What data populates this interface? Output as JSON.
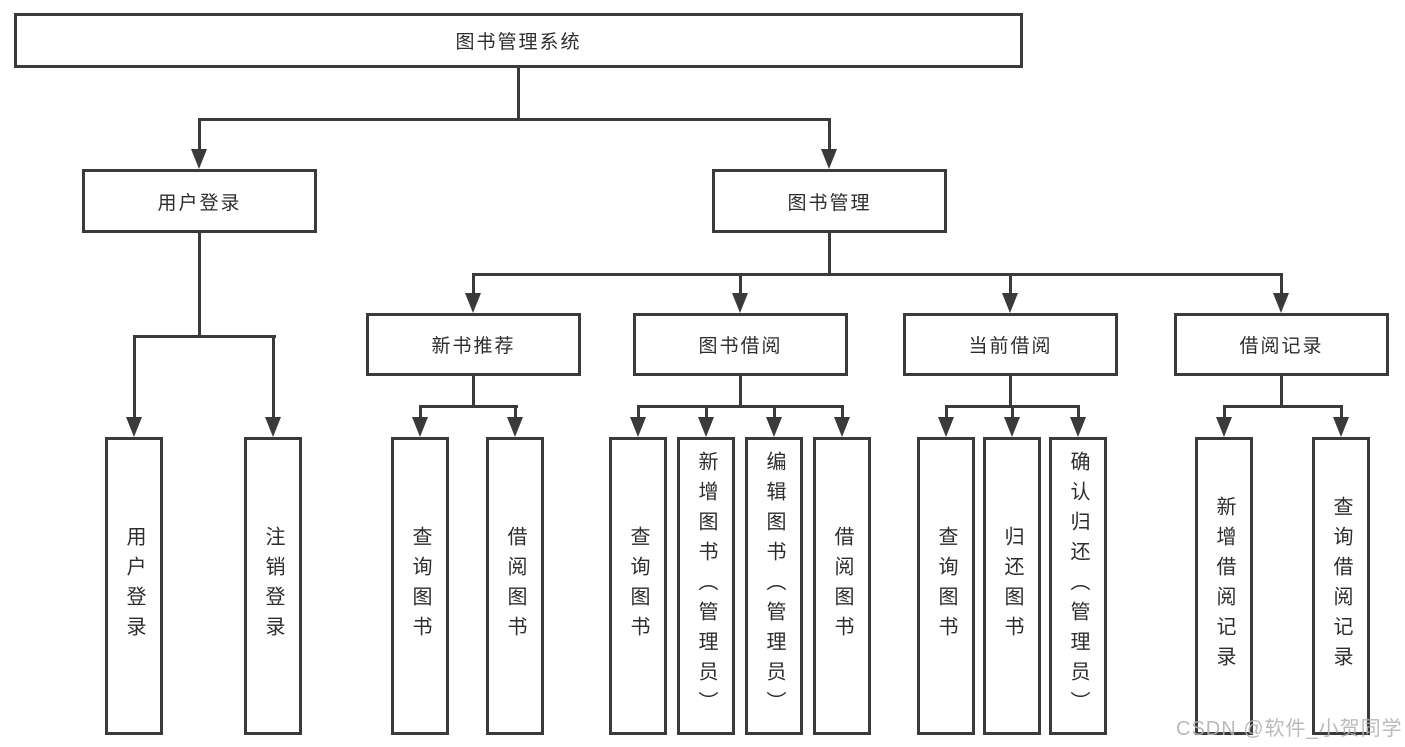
{
  "diagram": {
    "watermark": "CSDN @软件_小贺同学",
    "colors": {
      "line": "#3a3a3a",
      "box_background": "#ffffff",
      "text": "#2d2d2d",
      "watermark": "#b3b3b3"
    },
    "level1": {
      "label": "图书管理系统"
    },
    "level2": [
      {
        "label": "用户登录"
      },
      {
        "label": "图书管理"
      }
    ],
    "level3": [
      {
        "label": "新书推荐"
      },
      {
        "label": "图书借阅"
      },
      {
        "label": "当前借阅"
      },
      {
        "label": "借阅记录"
      }
    ],
    "level4": {
      "user_login": [
        {
          "label": "用户登录"
        },
        {
          "label": "注销登录"
        }
      ],
      "new_book": [
        {
          "label": "查询图书"
        },
        {
          "label": "借阅图书"
        }
      ],
      "borrow": [
        {
          "label": "查询图书"
        },
        {
          "label": "新增图书（管理员）"
        },
        {
          "label": "编辑图书（管理员）"
        },
        {
          "label": "借阅图书"
        }
      ],
      "current": [
        {
          "label": "查询图书"
        },
        {
          "label": "归还图书"
        },
        {
          "label": "确认归还（管理员）"
        }
      ],
      "record": [
        {
          "label": "新增借阅记录"
        },
        {
          "label": "查询借阅记录"
        }
      ]
    }
  }
}
